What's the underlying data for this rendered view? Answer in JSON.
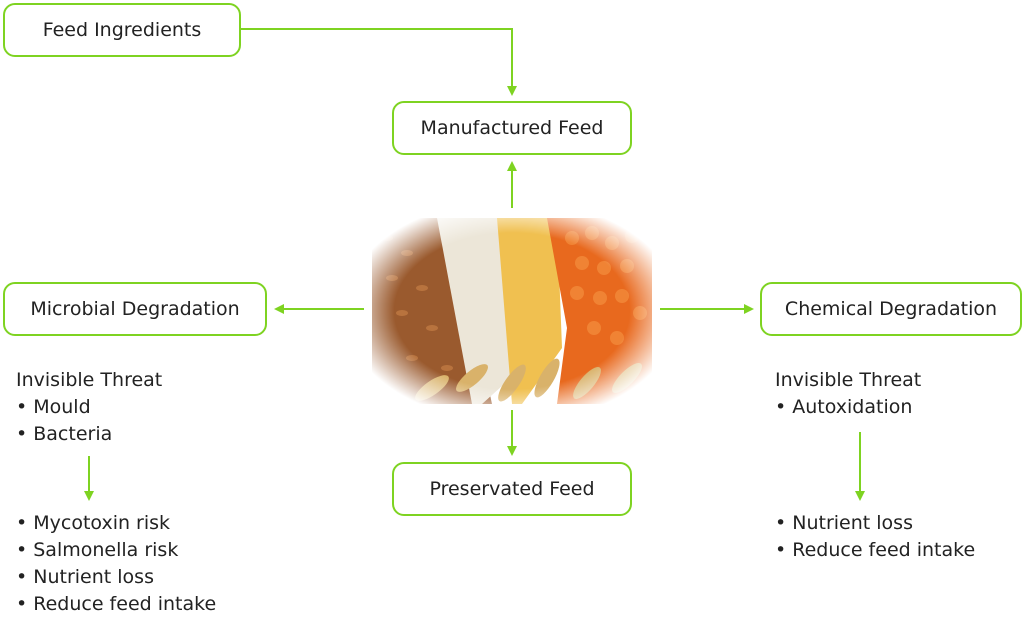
{
  "boxes": {
    "feed_ingredients": "Feed Ingredients",
    "manufactured_feed": "Manufactured Feed",
    "microbial_degradation": "Microbial Degradation",
    "chemical_degradation": "Chemical Degradation",
    "preservated_feed": "Preservated Feed"
  },
  "microbial": {
    "threat_title": "Invisible Threat",
    "threats": [
      "• Mould",
      "• Bacteria"
    ],
    "effects": [
      "• Mycotoxin risk",
      "• Salmonella risk",
      "• Nutrient loss",
      "• Reduce feed intake"
    ]
  },
  "chemical": {
    "threat_title": "Invisible Threat",
    "threats": [
      "• Autoxidation"
    ],
    "effects": [
      "• Nutrient loss",
      "• Reduce feed intake"
    ]
  },
  "colors": {
    "accent": "#7ed321"
  },
  "image": {
    "subject": "grains-and-seeds-photo"
  }
}
